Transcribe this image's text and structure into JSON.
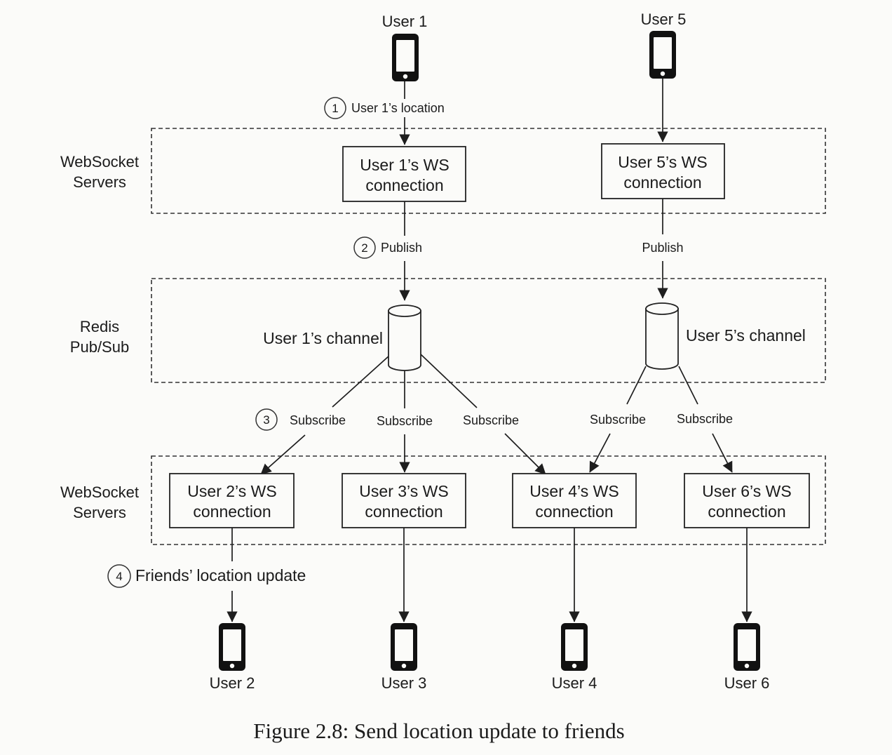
{
  "colors": {
    "background": "#fbfbf9",
    "ink": "#1b1b1b",
    "phone": "#111111"
  },
  "icons": {
    "phone": "smartphone-icon",
    "channel": "database-cylinder-icon"
  },
  "users": {
    "user1": "User 1",
    "user5": "User 5",
    "user2": "User 2",
    "user3": "User 3",
    "user4": "User 4",
    "user6": "User 6"
  },
  "zones": {
    "ws_top": [
      "WebSocket",
      "Servers"
    ],
    "redis": [
      "Redis",
      "Pub/Sub"
    ],
    "ws_bottom": [
      "WebSocket",
      "Servers"
    ]
  },
  "boxes": {
    "user1_ws": [
      "User 1’s WS",
      "connection"
    ],
    "user5_ws": [
      "User 5’s WS",
      "connection"
    ],
    "user2_ws": [
      "User 2’s WS",
      "connection"
    ],
    "user3_ws": [
      "User 3’s WS",
      "connection"
    ],
    "user4_ws": [
      "User 4’s WS",
      "connection"
    ],
    "user6_ws": [
      "User 6’s WS",
      "connection"
    ]
  },
  "channels": {
    "user1": "User 1’s channel",
    "user5": "User 5’s channel"
  },
  "steps": {
    "s1": {
      "number": "1",
      "label": "User 1’s location"
    },
    "s2": {
      "number": "2",
      "label": "Publish"
    },
    "s3": {
      "number": "3",
      "label": "Subscribe"
    },
    "s4": {
      "number": "4",
      "label": "Friends’ location update"
    }
  },
  "edge_labels": {
    "publish_user5": "Publish",
    "subscribe_user3": "Subscribe",
    "subscribe_user4_from1": "Subscribe",
    "subscribe_user4_from5": "Subscribe",
    "subscribe_user6": "Subscribe"
  },
  "caption": "Figure 2.8: Send location update to friends"
}
